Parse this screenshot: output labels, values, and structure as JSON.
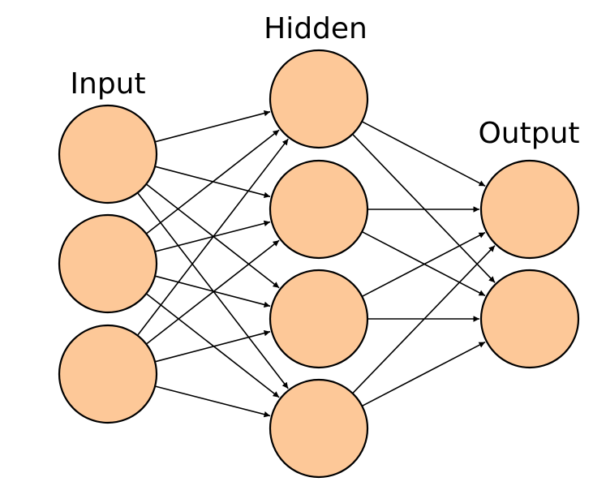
{
  "layers": [
    {
      "label": "Input",
      "nodes": 3
    },
    {
      "label": "Hidden",
      "nodes": 4
    },
    {
      "label": "Output",
      "nodes": 2
    }
  ],
  "node_fill": "#fdc898",
  "stroke_color": "#000000",
  "background": "#ffffff"
}
